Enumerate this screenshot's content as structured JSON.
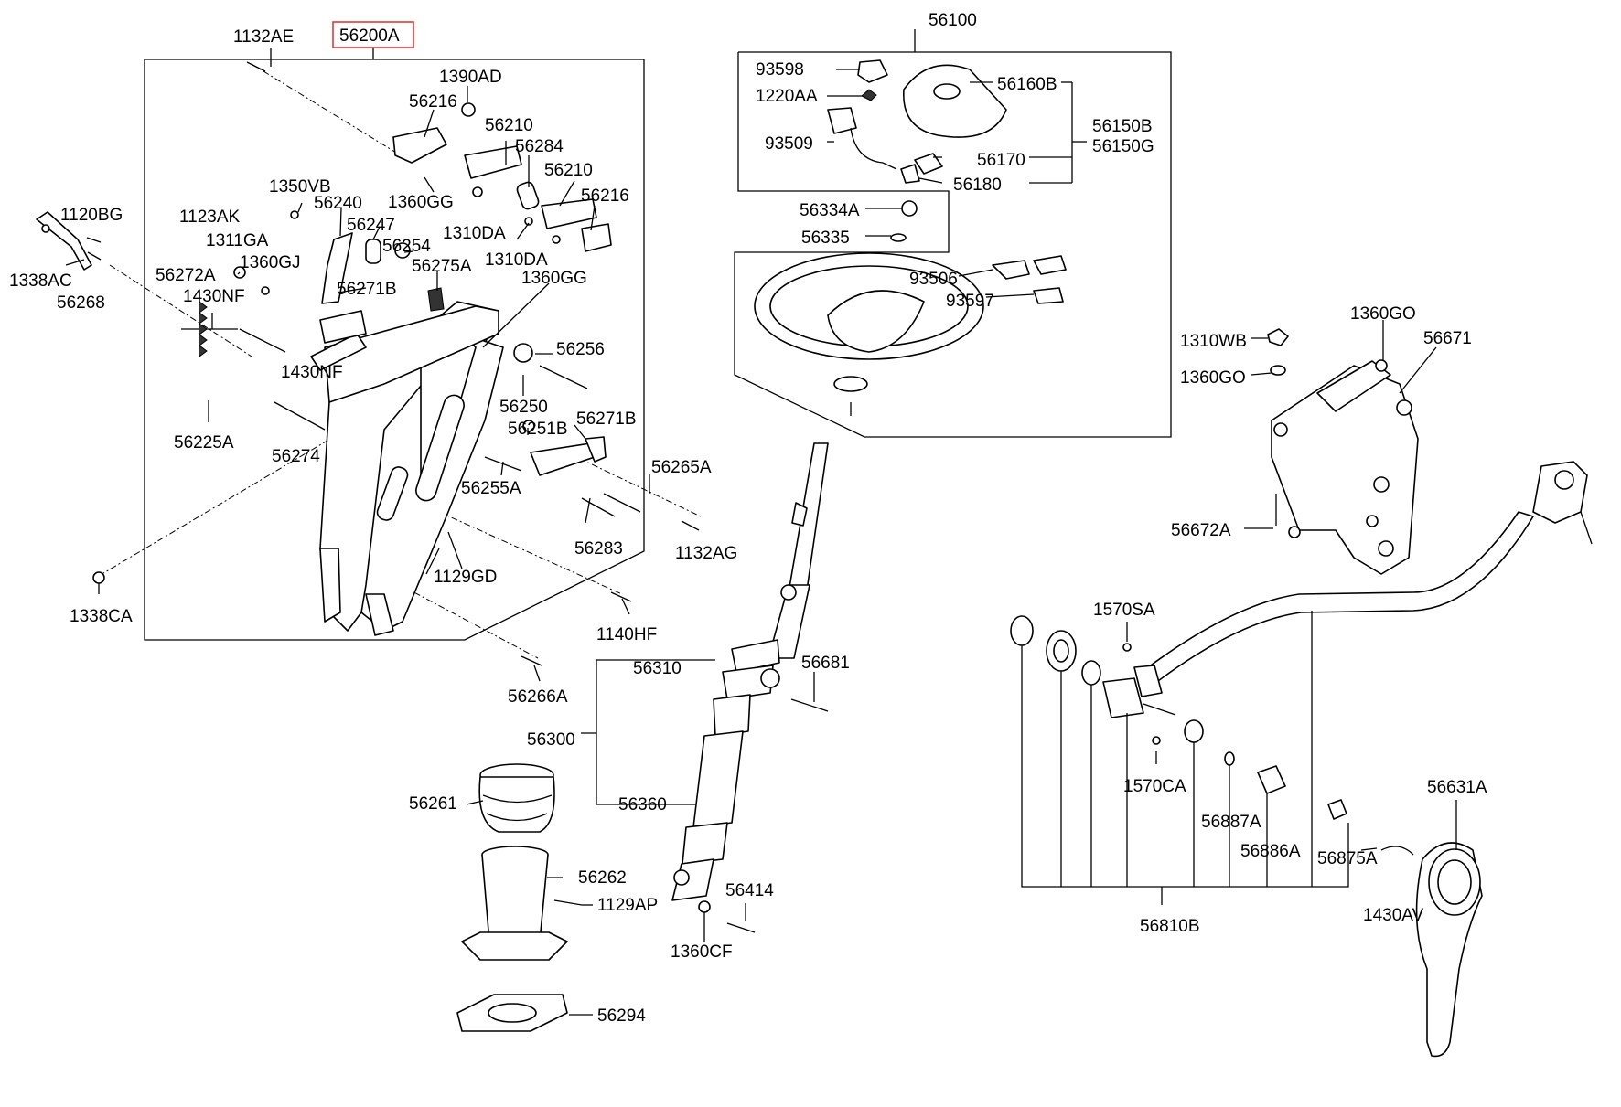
{
  "diagram": {
    "labels": {
      "l1132AE": "1132AE",
      "l56200A": "56200A",
      "l1390AD": "1390AD",
      "l56216a": "56216",
      "l56210a": "56210",
      "l56284": "56284",
      "l56210b": "56210",
      "l56216b": "56216",
      "l1350VB": "1350VB",
      "l56240": "56240",
      "l1360GGa": "1360GG",
      "l1120BG": "1120BG",
      "l1123AK": "1123AK",
      "l56247": "56247",
      "l1310DAa": "1310DA",
      "l1311GA": "1311GA",
      "l56254": "56254",
      "l1310DAb": "1310DA",
      "l1338AC": "1338AC",
      "l1360GJ": "1360GJ",
      "l56275A": "56275A",
      "l56272A": "56272A",
      "l56271Ba": "56271B",
      "l1360GGb": "1360GG",
      "l56268": "56268",
      "l1430NFa": "1430NF",
      "l56256": "56256",
      "l1430NFb": "1430NF",
      "l56250": "56250",
      "l56225A": "56225A",
      "l56251B": "56251B",
      "l56271Bb": "56271B",
      "l56274": "56274",
      "l56265A": "56265A",
      "l56255A": "56255A",
      "l56283": "56283",
      "l1132AG": "1132AG",
      "l1129GD": "1129GD",
      "l1338CA": "1338CA",
      "l1140HF": "1140HF",
      "l56266A": "56266A",
      "l56100": "56100",
      "l93598": "93598",
      "l56160B": "56160B",
      "l1220AA": "1220AA",
      "l56150B": "56150B",
      "l56150G": "56150G",
      "l93509": "93509",
      "l56170": "56170",
      "l56180": "56180",
      "l56334A": "56334A",
      "l56335": "56335",
      "l93506": "93506",
      "l93597": "93597",
      "l1360GOa": "1360GO",
      "l1310WB": "1310WB",
      "l56671": "56671",
      "l1360GOb": "1360GO",
      "l56672A": "56672A",
      "l1570SA": "1570SA",
      "l56310": "56310",
      "l56681": "56681",
      "l56300": "56300",
      "l1570CA": "1570CA",
      "l56631A": "56631A",
      "l56261": "56261",
      "l56360": "56360",
      "l56887A": "56887A",
      "l56886A": "56886A",
      "l56875A": "56875A",
      "l56262": "56262",
      "l56414": "56414",
      "l1129AP": "1129AP",
      "l1360CF": "1360CF",
      "l1430AV": "1430AV",
      "l56810B": "56810B",
      "l56294": "56294"
    }
  }
}
